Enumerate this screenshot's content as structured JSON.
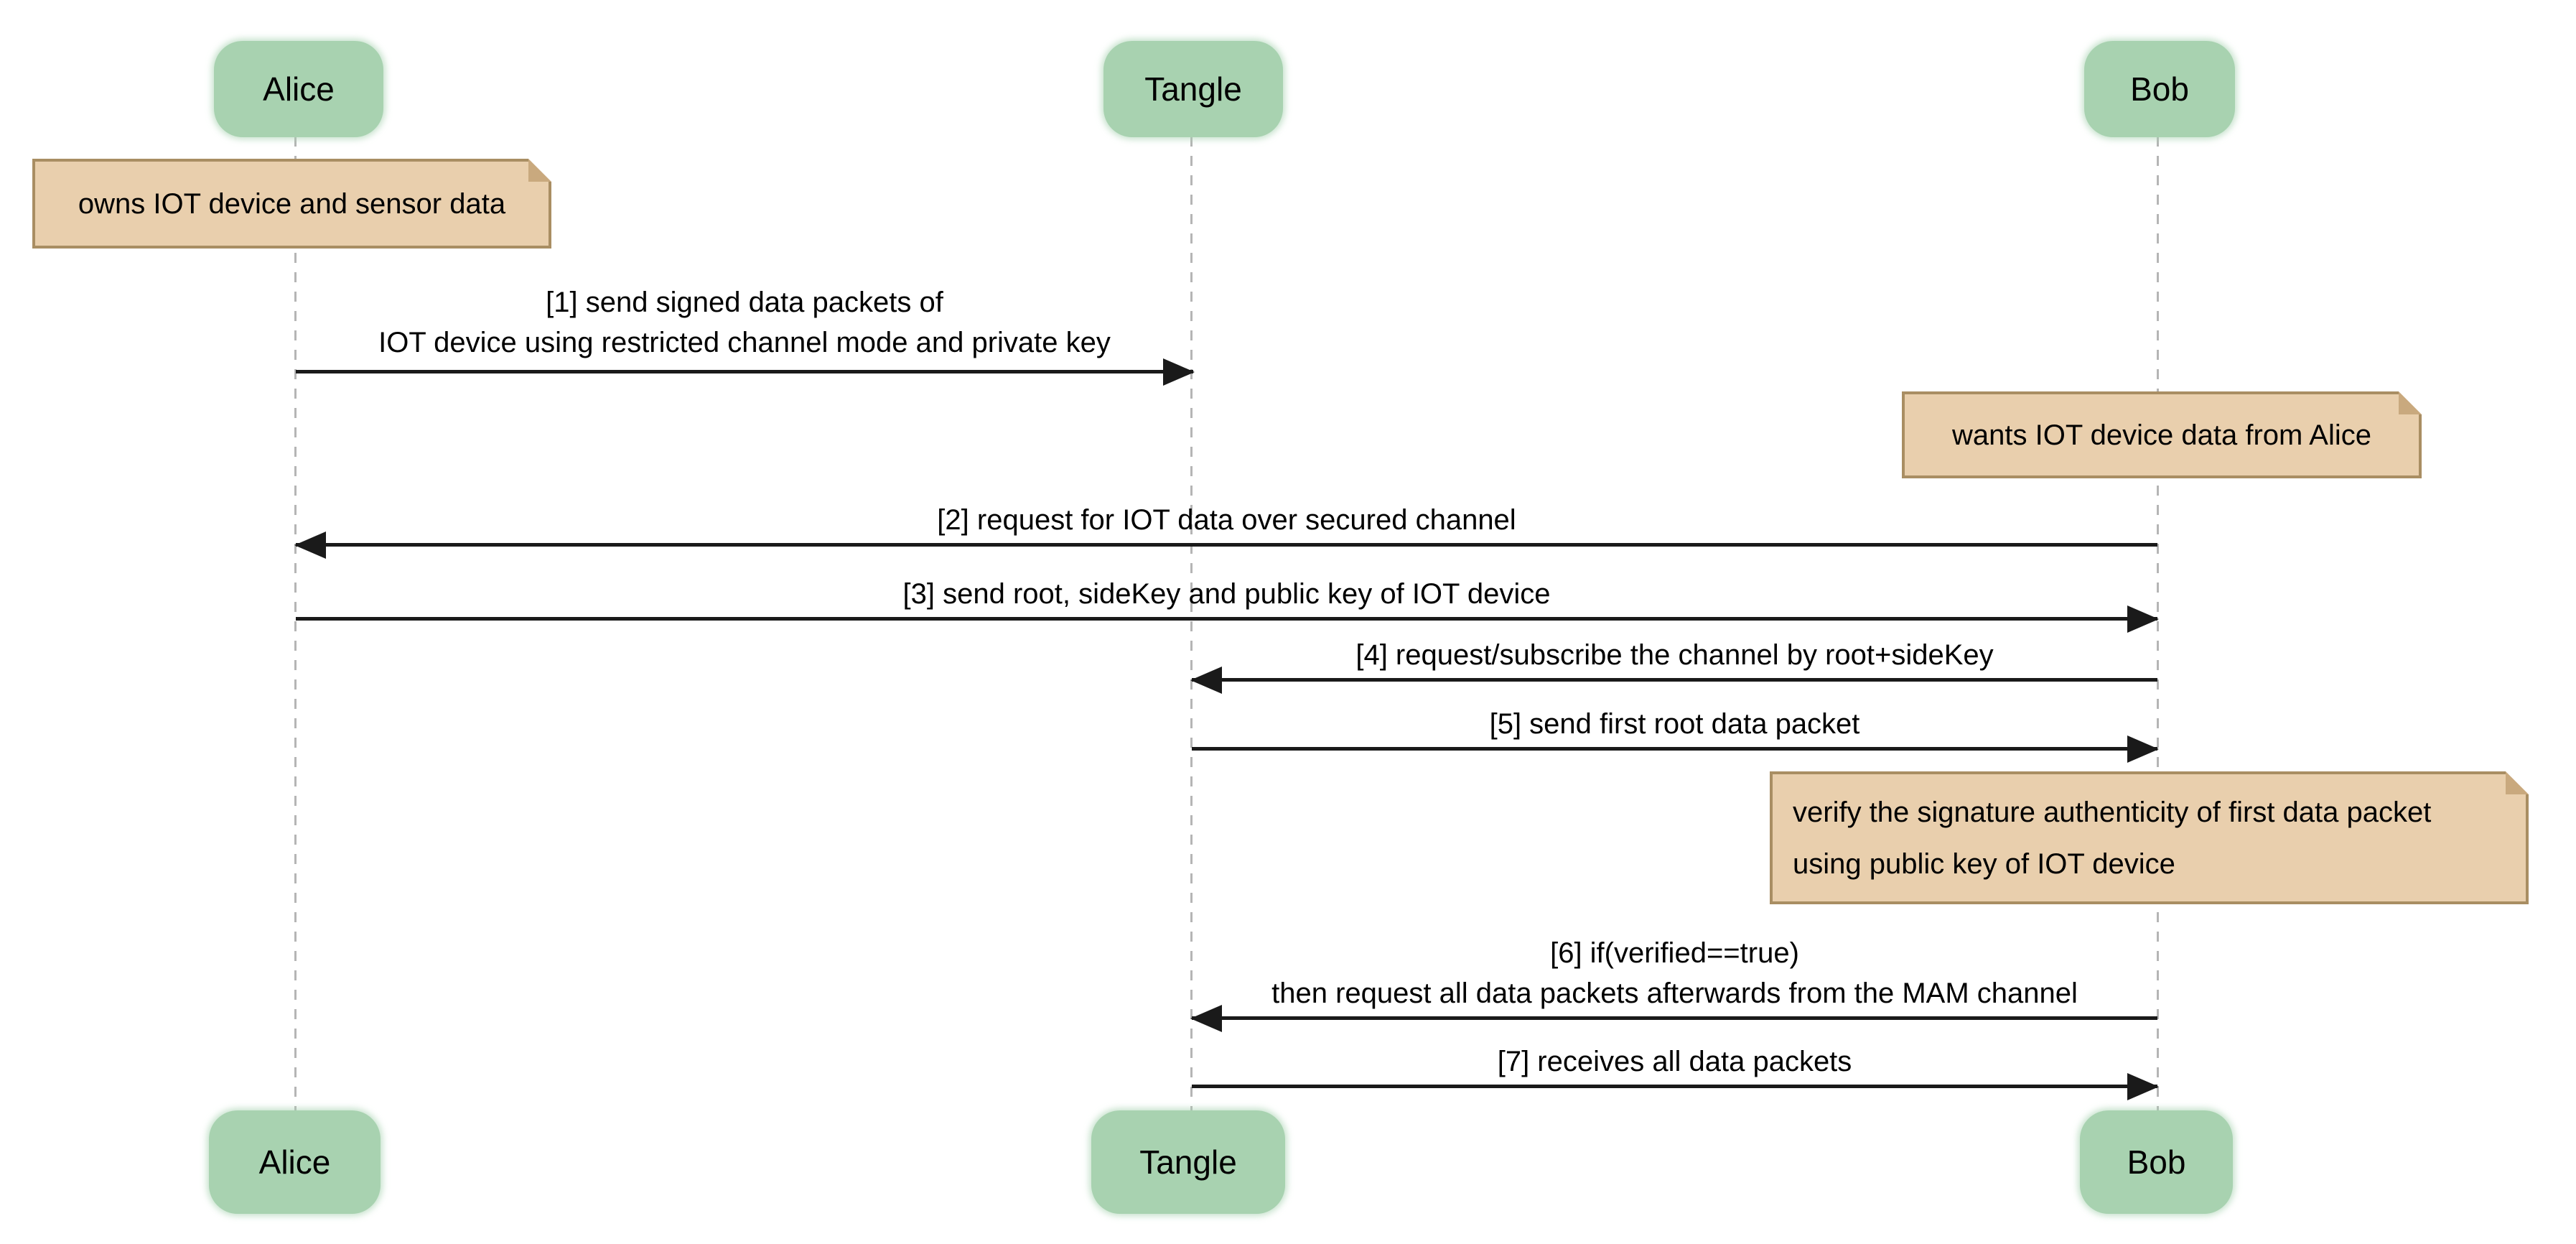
{
  "colors": {
    "actor_fill": "#a8d2b0",
    "note_fill": "#e9cfad",
    "note_border": "#a98e63",
    "note_fold": "#c9a97e",
    "lifeline": "#b5b5b5",
    "arrow": "#1a1a1a"
  },
  "actors": [
    {
      "id": "alice",
      "label": "Alice"
    },
    {
      "id": "tangle",
      "label": "Tangle"
    },
    {
      "id": "bob",
      "label": "Bob"
    }
  ],
  "notes": [
    {
      "over": "Alice",
      "text": "owns IOT device and sensor data"
    },
    {
      "over": "Bob",
      "text": "wants IOT device data from Alice"
    },
    {
      "over": "Bob",
      "line1": "verify the signature authenticity of first data packet",
      "line2": "using public key of IOT device"
    }
  ],
  "messages": [
    {
      "seq": 1,
      "from": "Alice",
      "to": "Tangle",
      "line1": "[1] send signed data packets of",
      "line2": "IOT device using restricted channel mode and private key"
    },
    {
      "seq": 2,
      "from": "Bob",
      "to": "Alice",
      "label": "[2] request for IOT data over secured channel"
    },
    {
      "seq": 3,
      "from": "Alice",
      "to": "Bob",
      "label": "[3] send root, sideKey and public key of IOT device"
    },
    {
      "seq": 4,
      "from": "Bob",
      "to": "Tangle",
      "label": "[4] request/subscribe the channel by root+sideKey"
    },
    {
      "seq": 5,
      "from": "Tangle",
      "to": "Bob",
      "label": "[5] send first root data packet"
    },
    {
      "seq": 6,
      "from": "Bob",
      "to": "Tangle",
      "line1": "[6] if(verified==true)",
      "line2": "then request all data packets afterwards from the MAM channel"
    },
    {
      "seq": 7,
      "from": "Tangle",
      "to": "Bob",
      "label": "[7] receives all data packets"
    }
  ]
}
